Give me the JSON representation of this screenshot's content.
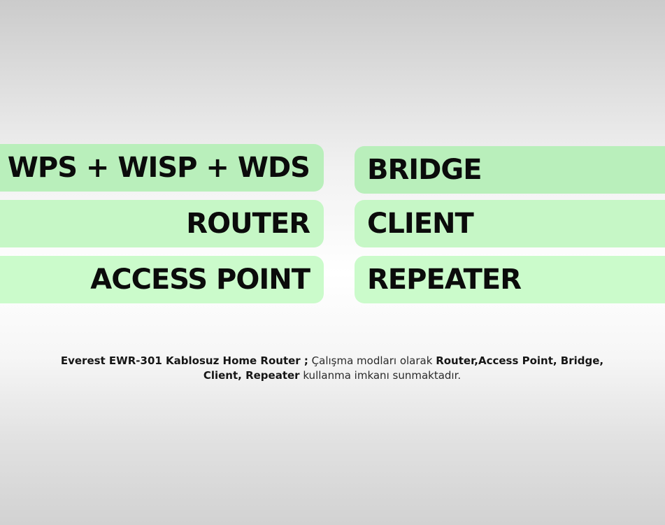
{
  "modes": {
    "left": [
      "WPS + WISP + WDS",
      "ROUTER",
      "ACCESS POINT"
    ],
    "right": [
      "BRIDGE",
      "CLIENT",
      "REPEATER"
    ]
  },
  "description": {
    "part1": "Everest EWR-301 Kablosuz Home Router ;",
    "part2": " Çalışma modları olarak ",
    "part3": "Router,Access Point, Bridge, Client, Repeater",
    "part4": " kullanma imkanı sunmaktadır."
  },
  "colors": {
    "pill_green": "#c6f7c6",
    "pill_green_top": "#b9efbb",
    "text": "#0b0b0b"
  }
}
